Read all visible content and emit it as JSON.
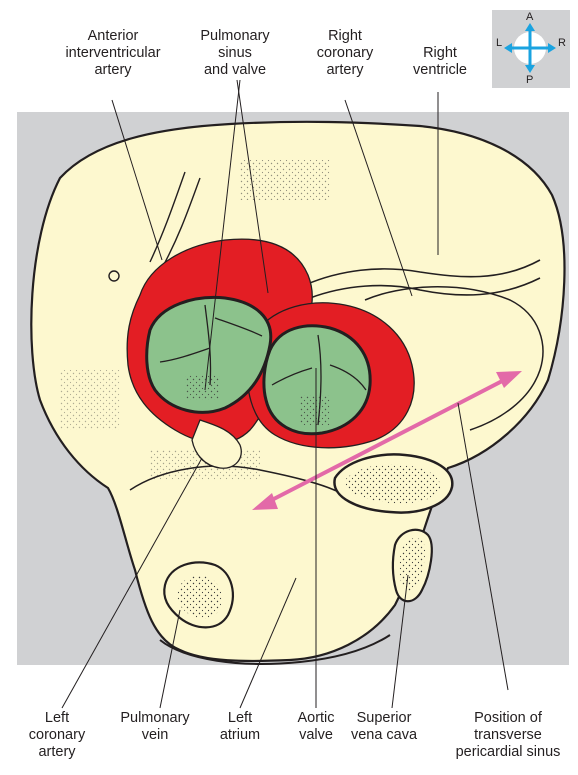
{
  "labels": {
    "anterior_interventricular_artery": [
      "Anterior",
      "interventricular",
      "artery"
    ],
    "pulmonary_sinus_and_valve": [
      "Pulmonary",
      "sinus",
      "and valve"
    ],
    "right_coronary_artery": [
      "Right",
      "coronary",
      "artery"
    ],
    "right_ventricle": [
      "Right",
      "ventricle"
    ],
    "left_coronary_artery": [
      "Left",
      "coronary",
      "artery"
    ],
    "pulmonary_vein": [
      "Pulmonary",
      "vein"
    ],
    "left_atrium": [
      "Left",
      "atrium"
    ],
    "aortic_valve": [
      "Aortic",
      "valve"
    ],
    "superior_vena_cava": [
      "Superior",
      "vena cava"
    ],
    "transverse_pericardial_sinus": [
      "Position of",
      "transverse",
      "pericardial sinus"
    ]
  },
  "compass": {
    "top": "A",
    "left": "L",
    "right": "R",
    "bottom": "P"
  },
  "colors": {
    "background_panel": "#d0d1d3",
    "heart_tissue": "#fdf8cf",
    "vessel_red": "#e31e24",
    "valve_green": "#8cc28c",
    "arrow_magenta": "#e36aa8",
    "compass_arrow": "#1aa3e0"
  }
}
